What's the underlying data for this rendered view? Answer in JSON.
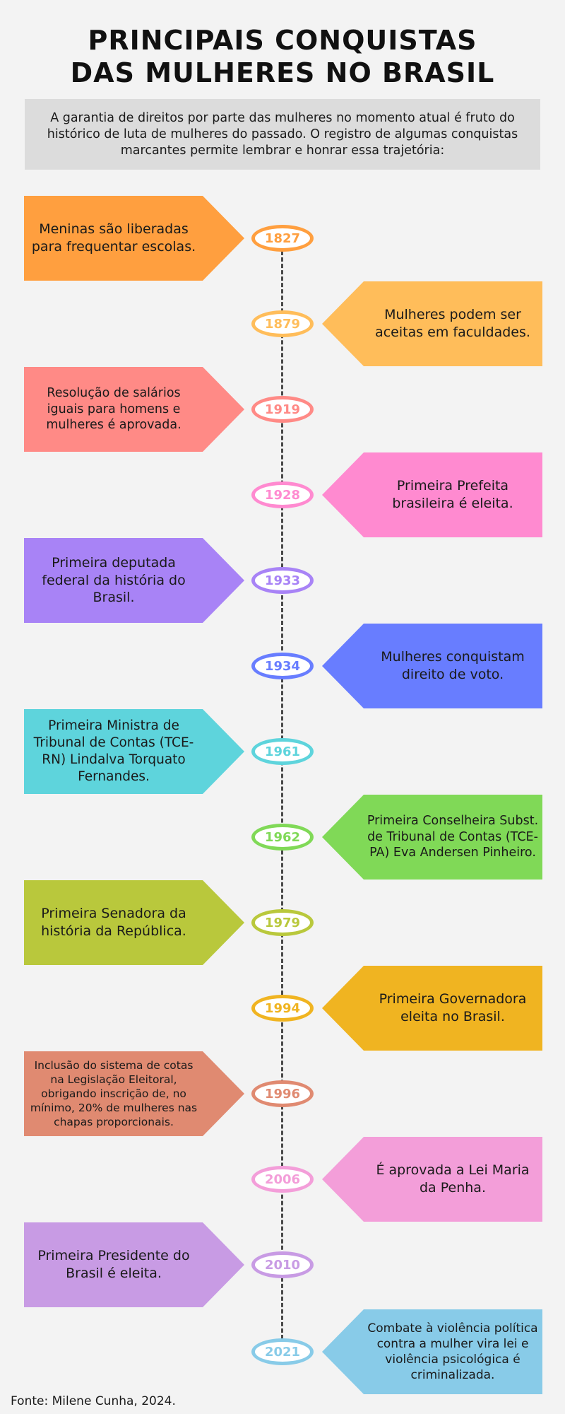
{
  "title": {
    "line1": "PRINCIPAIS CONQUISTAS",
    "line2": "DAS MULHERES NO BRASIL"
  },
  "intro": "A garantia de direitos por parte das mulheres no momento atual é fruto do histórico de luta de mulheres do passado. O registro de algumas conquistas marcantes permite lembrar e honrar essa trajetória:",
  "events": [
    {
      "year": "1827",
      "text": "Meninas são liberadas para frequentar escolas.",
      "side": "left",
      "color": "#ff9f3f"
    },
    {
      "year": "1879",
      "text": "Mulheres podem ser aceitas em faculdades.",
      "side": "right",
      "color": "#ffbd5a"
    },
    {
      "year": "1919",
      "text": "Resolução de salários iguais para homens e mulheres é aprovada.",
      "side": "left",
      "color": "#ff8a86"
    },
    {
      "year": "1928",
      "text": "Primeira Prefeita brasileira é eleita.",
      "side": "right",
      "color": "#ff8ad0"
    },
    {
      "year": "1933",
      "text": "Primeira deputada federal da história do Brasil.",
      "side": "left",
      "color": "#a883f6"
    },
    {
      "year": "1934",
      "text": "Mulheres conquistam direito de voto.",
      "side": "right",
      "color": "#687dff"
    },
    {
      "year": "1961",
      "text": "Primeira Ministra de Tribunal de Contas (TCE-RN) Lindalva Torquato Fernandes.",
      "side": "left",
      "color": "#5ed4dc"
    },
    {
      "year": "1962",
      "text": "Primeira Conselheira Subst. de Tribunal de Contas (TCE-PA) Eva Andersen Pinheiro.",
      "side": "right",
      "color": "#80d957"
    },
    {
      "year": "1979",
      "text": "Primeira Senadora da história da República.",
      "side": "left",
      "color": "#b9c83c"
    },
    {
      "year": "1994",
      "text": "Primeira Governadora eleita no Brasil.",
      "side": "right",
      "color": "#f0b421"
    },
    {
      "year": "1996",
      "text": "Inclusão do sistema de cotas na Legislação Eleitoral, obrigando inscrição de, no mínimo, 20% de mulheres nas chapas proporcionais.",
      "side": "left",
      "color": "#e08a71"
    },
    {
      "year": "2006",
      "text": "É aprovada a Lei Maria da Penha.",
      "side": "right",
      "color": "#f39ed9"
    },
    {
      "year": "2010",
      "text": "Primeira Presidente do Brasil é eleita.",
      "side": "left",
      "color": "#c89be4"
    },
    {
      "year": "2021",
      "text": "Combate à violência política contra a mulher vira lei e violência psicológica é criminalizada.",
      "side": "right",
      "color": "#88cbe8"
    }
  ],
  "source": "Fonte: Milene Cunha, 2024."
}
